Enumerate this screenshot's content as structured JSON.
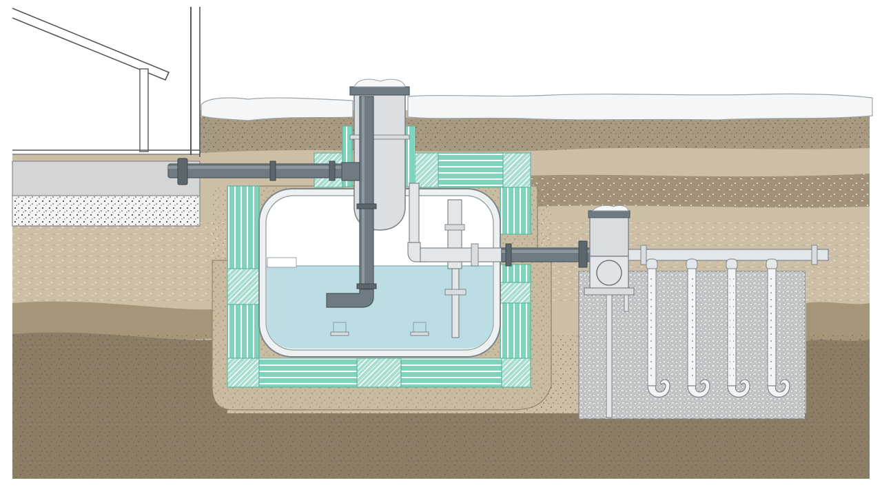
{
  "diagram": {
    "type": "septic-system-cross-section",
    "labels": [],
    "components": [
      "house",
      "foundation-slab",
      "inlet-pipe",
      "insulation-boards",
      "septic-tank",
      "inlet-riser",
      "outlet-tee",
      "outlet-pipe",
      "distribution-box",
      "drain-field-laterals",
      "gravel-bed",
      "snow-cover",
      "soil-layers"
    ],
    "colors": {
      "snow": "#f4f6f7",
      "soil_light": "#cdbfa6",
      "soil_mid": "#b3a58c",
      "soil_band": "#9e8f76",
      "soil_deep": "#8b7d66",
      "backfill": "#c9bb9f",
      "insulation": "#7fd3bd",
      "insulation_dark": "#5fb9a2",
      "tank_shell": "#eef1f2",
      "water": "#bcdde3",
      "pipe_dark": "#6f7b83",
      "pipe_light": "#d9dde0",
      "gravel": "#c8cbcb",
      "concrete": "#d4d6d6",
      "outline": "#555555"
    },
    "laterals_count": 4
  }
}
